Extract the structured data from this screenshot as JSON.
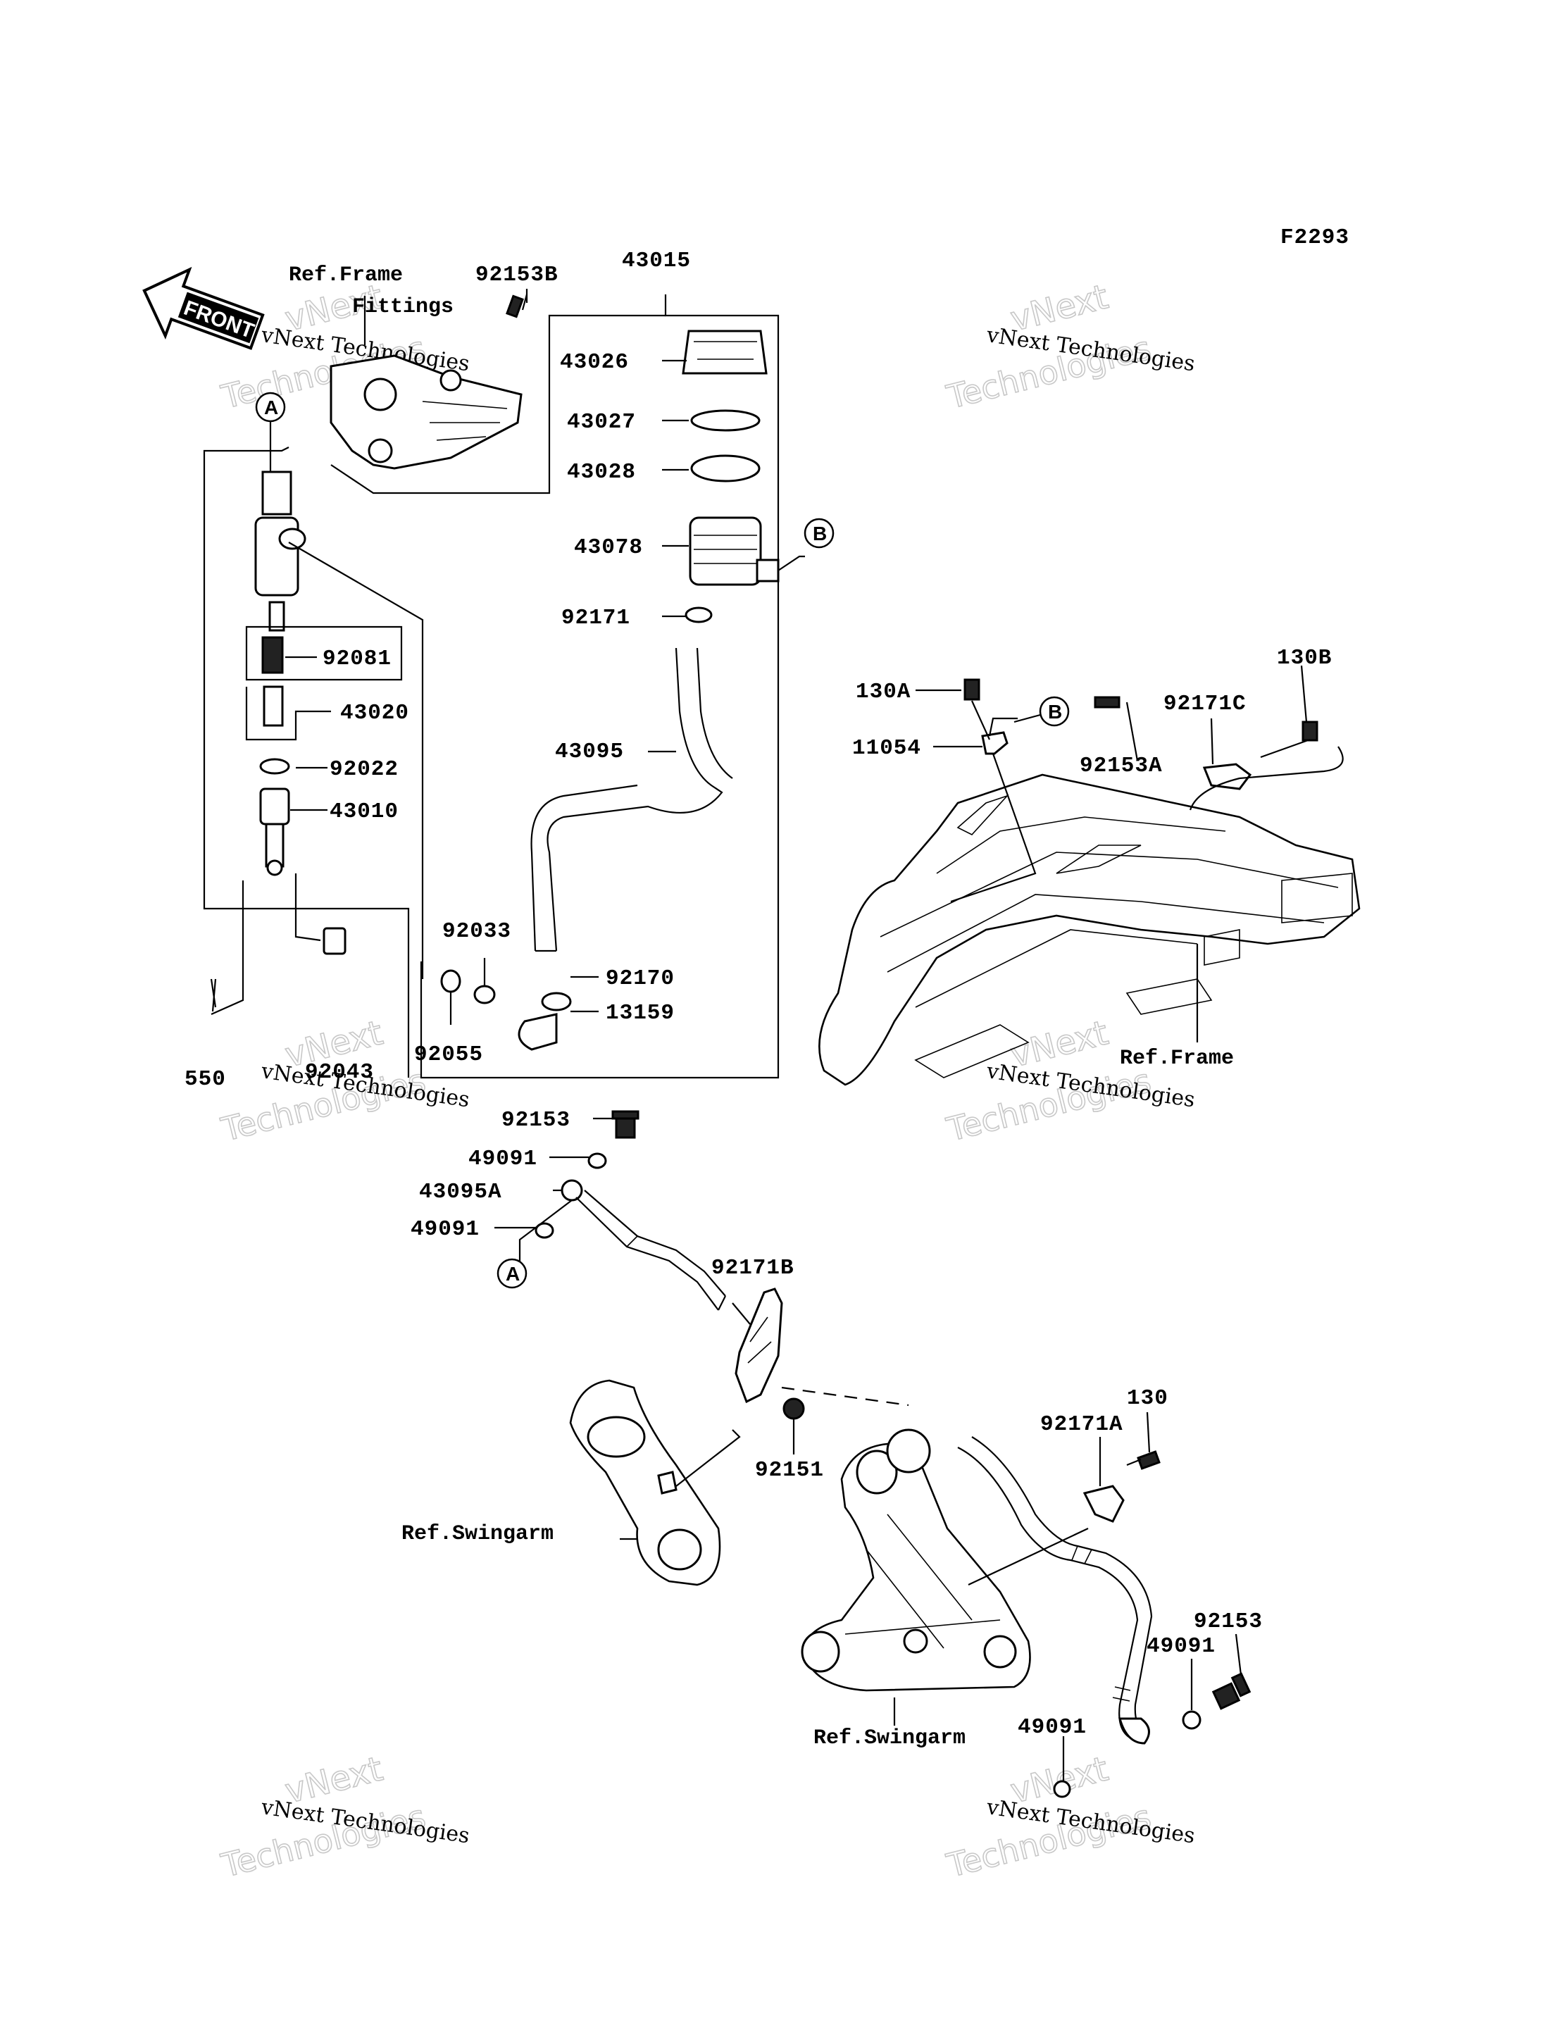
{
  "diagram_code": "F2293",
  "front_label": "FRONT",
  "watermark": {
    "company": "vNext Technologies",
    "line_top": "vNext",
    "line_bottom": "Technologies"
  },
  "refs": {
    "frame_fittings_1": "Ref.Frame",
    "frame_fittings_2": "Fittings",
    "frame": "Ref.Frame",
    "swingarm_1": "Ref.Swingarm",
    "swingarm_2": "Ref.Swingarm"
  },
  "callouts": {
    "a": "A",
    "b": "B"
  },
  "part_numbers": [
    {
      "id": "p92153B",
      "text": "92153B"
    },
    {
      "id": "p43015",
      "text": "43015"
    },
    {
      "id": "p43026",
      "text": "43026"
    },
    {
      "id": "p43027",
      "text": "43027"
    },
    {
      "id": "p43028",
      "text": "43028"
    },
    {
      "id": "p43078",
      "text": "43078"
    },
    {
      "id": "p92171",
      "text": "92171"
    },
    {
      "id": "p92081",
      "text": "92081"
    },
    {
      "id": "p43020",
      "text": "43020"
    },
    {
      "id": "p92022",
      "text": "92022"
    },
    {
      "id": "p43010",
      "text": "43010"
    },
    {
      "id": "p43095",
      "text": "43095"
    },
    {
      "id": "p92033",
      "text": "92033"
    },
    {
      "id": "p92170",
      "text": "92170"
    },
    {
      "id": "p13159",
      "text": "13159"
    },
    {
      "id": "p92043",
      "text": "92043"
    },
    {
      "id": "p92055",
      "text": "92055"
    },
    {
      "id": "p550",
      "text": "550"
    },
    {
      "id": "p130A",
      "text": "130A"
    },
    {
      "id": "p130B",
      "text": "130B"
    },
    {
      "id": "p11054",
      "text": "11054"
    },
    {
      "id": "p92171C",
      "text": "92171C"
    },
    {
      "id": "p92153A",
      "text": "92153A"
    },
    {
      "id": "p92153a",
      "text": "92153"
    },
    {
      "id": "p49091a",
      "text": "49091"
    },
    {
      "id": "p43095A",
      "text": "43095A"
    },
    {
      "id": "p49091b",
      "text": "49091"
    },
    {
      "id": "p92171B",
      "text": "92171B"
    },
    {
      "id": "p92151",
      "text": "92151"
    },
    {
      "id": "p130",
      "text": "130"
    },
    {
      "id": "p92171A",
      "text": "92171A"
    },
    {
      "id": "p92153b",
      "text": "92153"
    },
    {
      "id": "p49091c",
      "text": "49091"
    },
    {
      "id": "p49091d",
      "text": "49091"
    }
  ]
}
